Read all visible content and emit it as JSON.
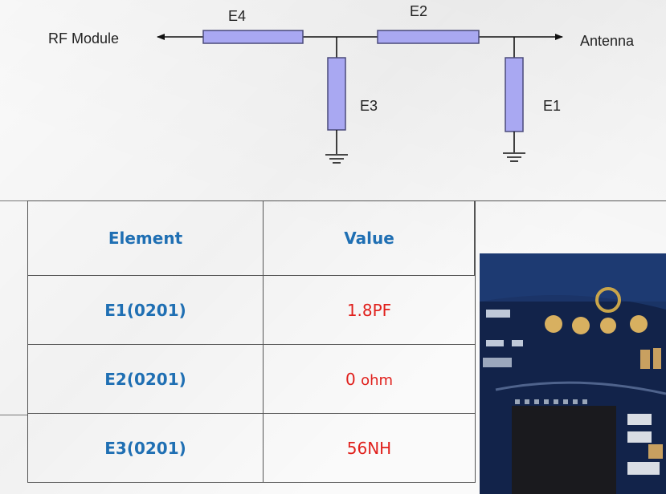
{
  "schematic": {
    "left_label": "RF Module",
    "right_label": "Antenna",
    "element_labels": [
      "E4",
      "E2",
      "E3",
      "E1"
    ]
  },
  "table": {
    "headers": [
      "Element",
      "Value"
    ],
    "rows": [
      {
        "element": "E1(0201)",
        "value": "1.8PF",
        "unit": ""
      },
      {
        "element": "E2(0201)",
        "value": "0",
        "unit": "ohm"
      },
      {
        "element": "E3(0201)",
        "value": "56NH",
        "unit": ""
      }
    ]
  },
  "colors": {
    "component_fill": "#a9a8f2",
    "component_stroke": "#4a4a7a",
    "header_text": "#1f6fb3",
    "value_text": "#e0201c"
  }
}
